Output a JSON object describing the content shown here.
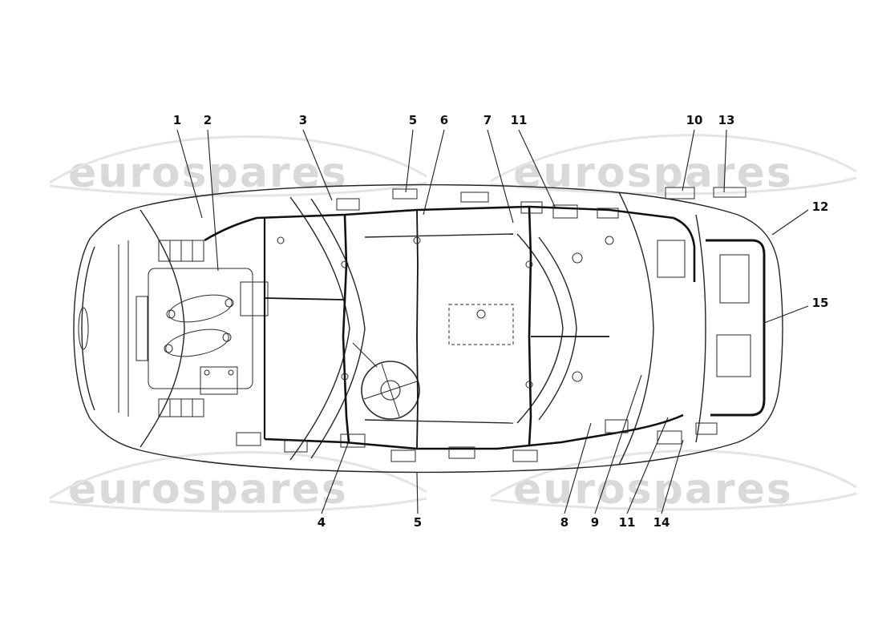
{
  "page": {
    "watermark_text": "eurospares",
    "watermark_color": "#d9d9d9",
    "line_color": "#1f1f1f",
    "background_color": "#ffffff"
  },
  "diagram": {
    "description": "Top view car electrical wiring parts diagram",
    "callouts": {
      "top": [
        {
          "label": "1"
        },
        {
          "label": "2"
        },
        {
          "label": "3"
        },
        {
          "label": "5"
        },
        {
          "label": "6"
        },
        {
          "label": "7"
        },
        {
          "label": "11"
        },
        {
          "label": "10"
        },
        {
          "label": "13"
        }
      ],
      "right": [
        {
          "label": "12"
        },
        {
          "label": "15"
        }
      ],
      "bottom": [
        {
          "label": "4"
        },
        {
          "label": "5"
        },
        {
          "label": "8"
        },
        {
          "label": "9"
        },
        {
          "label": "11"
        },
        {
          "label": "14"
        }
      ]
    }
  }
}
